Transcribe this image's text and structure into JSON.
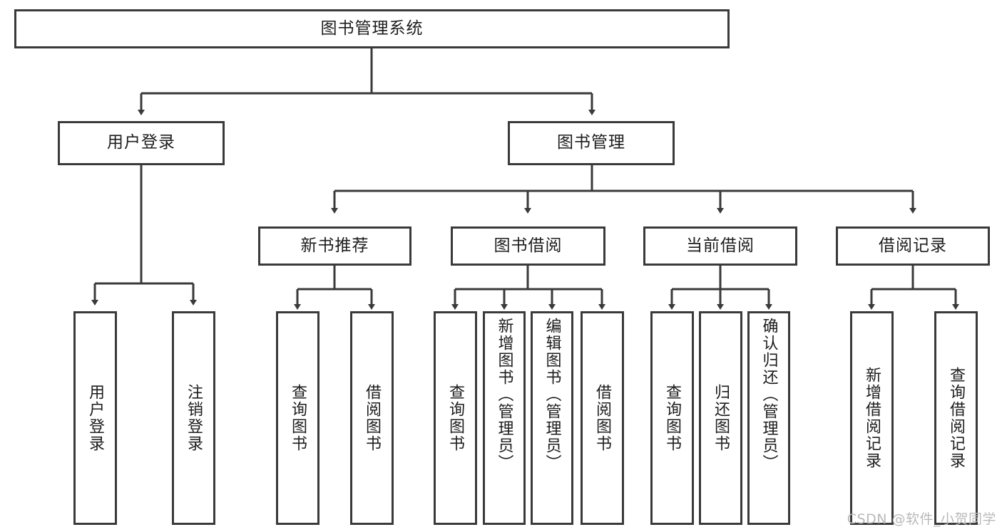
{
  "diagram": {
    "type": "tree-hierarchy",
    "title": "图书管理系统",
    "root": {
      "label": "图书管理系统"
    },
    "level2": [
      {
        "label": "用户登录"
      },
      {
        "label": "图书管理"
      }
    ],
    "level3": [
      {
        "label": "新书推荐"
      },
      {
        "label": "图书借阅"
      },
      {
        "label": "当前借阅"
      },
      {
        "label": "借阅记录"
      }
    ],
    "leaves": {
      "user_login": [
        {
          "label": "用户登录"
        },
        {
          "label": "注销登录"
        }
      ],
      "new_book_recommend": [
        {
          "label": "查询图书"
        },
        {
          "label": "借阅图书"
        }
      ],
      "book_borrow": [
        {
          "label": "查询图书"
        },
        {
          "label": "新增图书（管理员）"
        },
        {
          "label": "编辑图书（管理员）"
        },
        {
          "label": "借阅图书"
        }
      ],
      "current_borrow": [
        {
          "label": "查询图书"
        },
        {
          "label": "归还图书"
        },
        {
          "label": "确认归还（管理员）"
        }
      ],
      "borrow_record": [
        {
          "label": "新增借阅记录"
        },
        {
          "label": "查询借阅记录"
        }
      ]
    }
  },
  "watermark": {
    "text": "CSDN @软件_小贺同学"
  },
  "colors": {
    "border": "#3a3a3a",
    "text": "#1d1d1d",
    "background": "#ffffff",
    "watermark": "#b9b9b9"
  }
}
